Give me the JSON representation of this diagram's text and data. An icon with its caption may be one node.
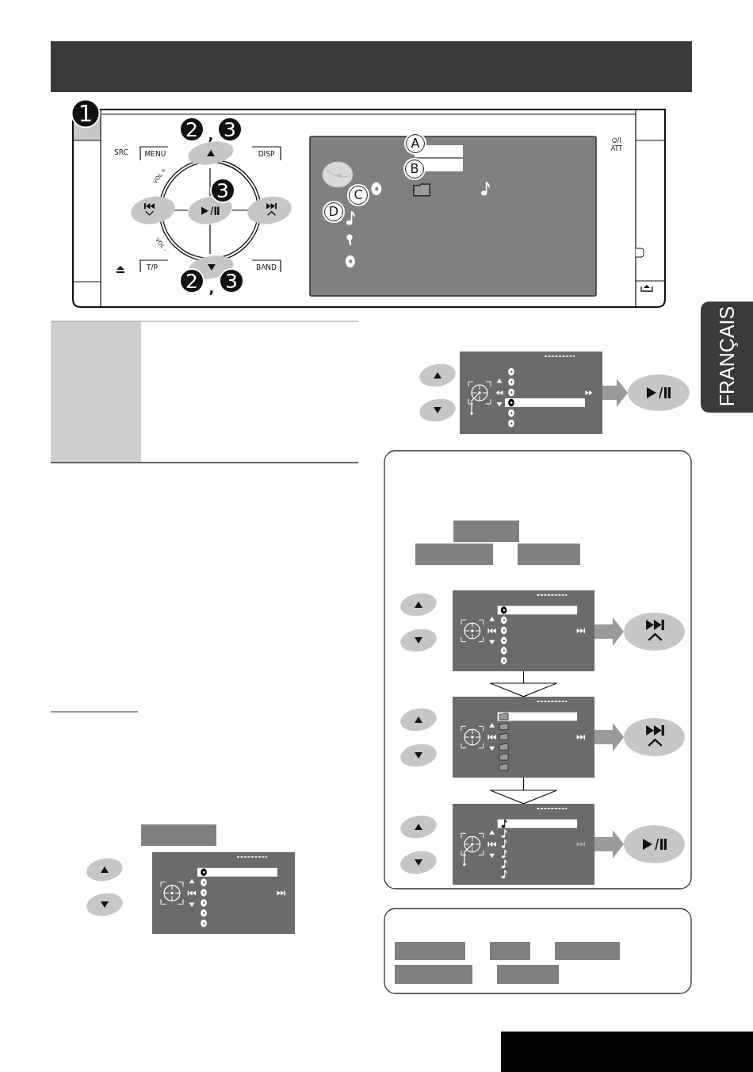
{
  "diagram": {
    "nodes": [
      {
        "text": [],
        "shape": "picture"
      },
      {
        "text": [],
        "shape": "picture"
      },
      {
        "text": [],
        "shape": "ellipse"
      },
      {
        "text": [],
        "shape": "picture"
      },
      {
        "text": [],
        "shape": "ellipse"
      },
      {
        "text": [],
        "shape": "picture"
      },
      {
        "text": [],
        "shape": "ellipse"
      },
      {
        "text": [],
        "shape": "picture"
      },
      {
        "text": [],
        "shape": "ellipse"
      }
    ],
    "edges": [
      {
        "from": 1,
        "to": 2,
        "arrow": "to"
      },
      {
        "from": 3,
        "to": 4,
        "arrow": "to"
      },
      {
        "from": 3,
        "to": 5,
        "arrow": "to",
        "color": "#111111"
      },
      {
        "from": 5,
        "to": 6,
        "arrow": "to"
      },
      {
        "from": 5,
        "to": 7,
        "arrow": "to",
        "color": "#111111"
      },
      {
        "from": 7,
        "to": 8,
        "arrow": "to"
      }
    ],
    "labels": [
      "1",
      "2",
      ",",
      "3",
      "A",
      "SRC",
      "MENU",
      "DISP",
      "⏻/I",
      "ATT",
      "B",
      "VOL +",
      "3",
      "C",
      "D",
      "VOL –",
      "T/P",
      "BAND",
      "2",
      ",",
      "3",
      "FRANÇAIS"
    ]
  }
}
